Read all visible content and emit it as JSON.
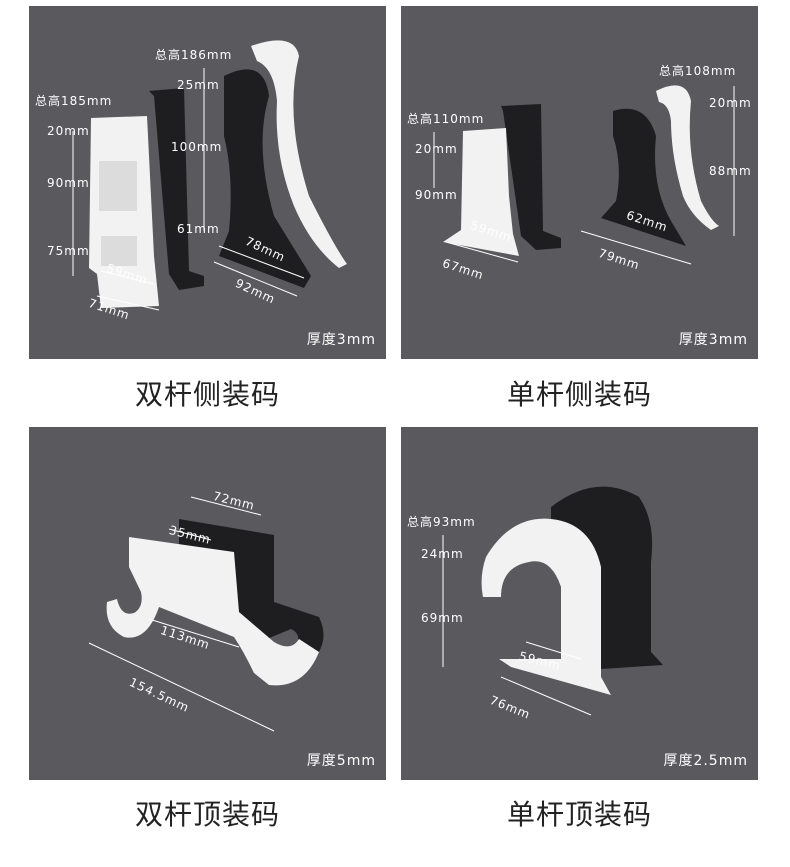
{
  "panels": [
    {
      "caption": "双杆侧装码",
      "thickness": "厚度3mm",
      "labels": {
        "total_a": "总高185mm",
        "total_b": "总高186mm",
        "a1": "20mm",
        "a2": "90mm",
        "a3": "75mm",
        "a4": "59mm",
        "a5": "71mm",
        "b1": "25mm",
        "b2": "100mm",
        "b3": "61mm",
        "b4": "78mm",
        "b5": "92mm"
      }
    },
    {
      "caption": "单杆侧装码",
      "thickness": "厚度3mm",
      "labels": {
        "total_a": "总高110mm",
        "total_b": "总高108mm",
        "a1": "20mm",
        "a2": "90mm",
        "a3": "59mm",
        "a4": "67mm",
        "b1": "20mm",
        "b2": "88mm",
        "b3": "62mm",
        "b4": "79mm"
      }
    },
    {
      "caption": "双杆顶装码",
      "thickness": "厚度5mm",
      "labels": {
        "l1": "72mm",
        "l2": "35mm",
        "l3": "113mm",
        "l4": "154.5mm"
      }
    },
    {
      "caption": "单杆顶装码",
      "thickness": "厚度2.5mm",
      "labels": {
        "total": "总高93mm",
        "l1": "24mm",
        "l2": "69mm",
        "l3": "59mm",
        "l4": "76mm"
      }
    }
  ],
  "colors": {
    "background": "#5a5a5e",
    "white_part": "#f2f2f2",
    "black_part": "#1e1e20"
  }
}
